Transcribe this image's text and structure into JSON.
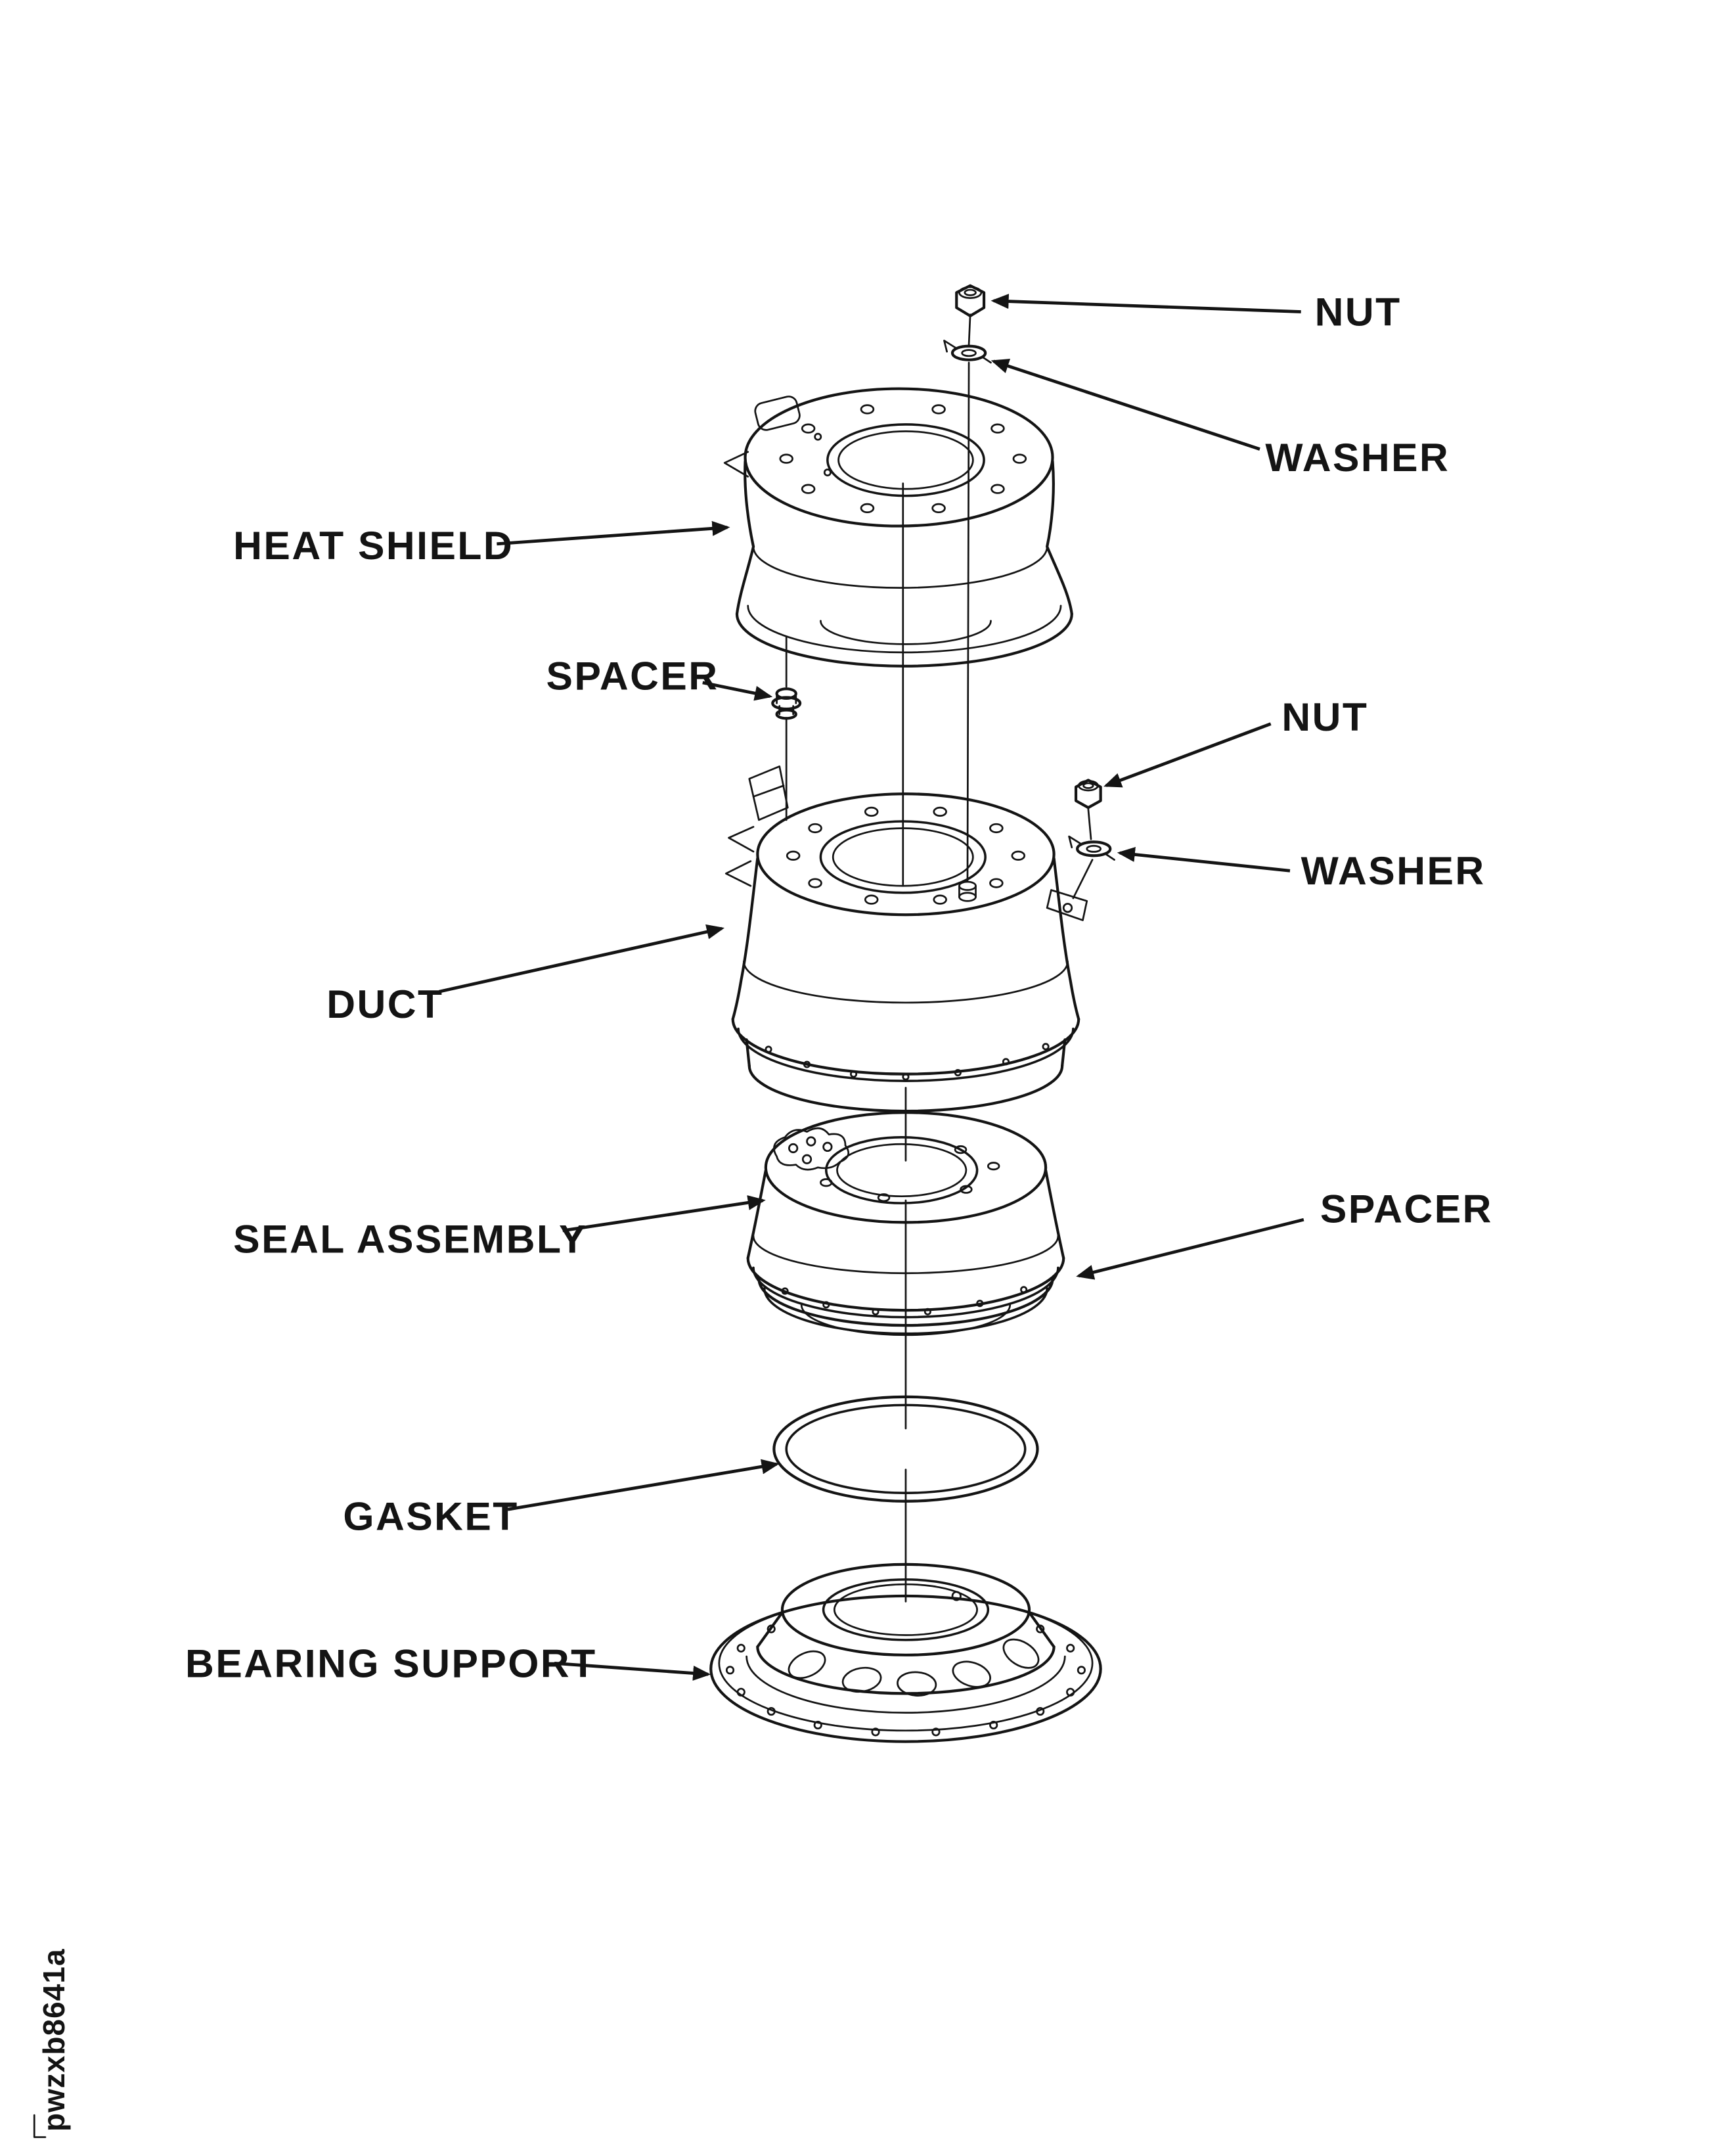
{
  "page": {
    "background": "#ffffff",
    "ink": "#141414",
    "type": "exploded-parts-diagram"
  },
  "figure_code": "pwzxb8641a",
  "labels": {
    "nut_top": "NUT",
    "washer_top": "WASHER",
    "heat_shield": "HEAT SHIELD",
    "spacer_left": "SPACER",
    "nut_right": "NUT",
    "washer_right": "WASHER",
    "duct": "DUCT",
    "seal_assembly": "SEAL ASSEMBLY",
    "spacer_right": "SPACER",
    "gasket": "GASKET",
    "bearing_support": "BEARING SUPPORT"
  }
}
